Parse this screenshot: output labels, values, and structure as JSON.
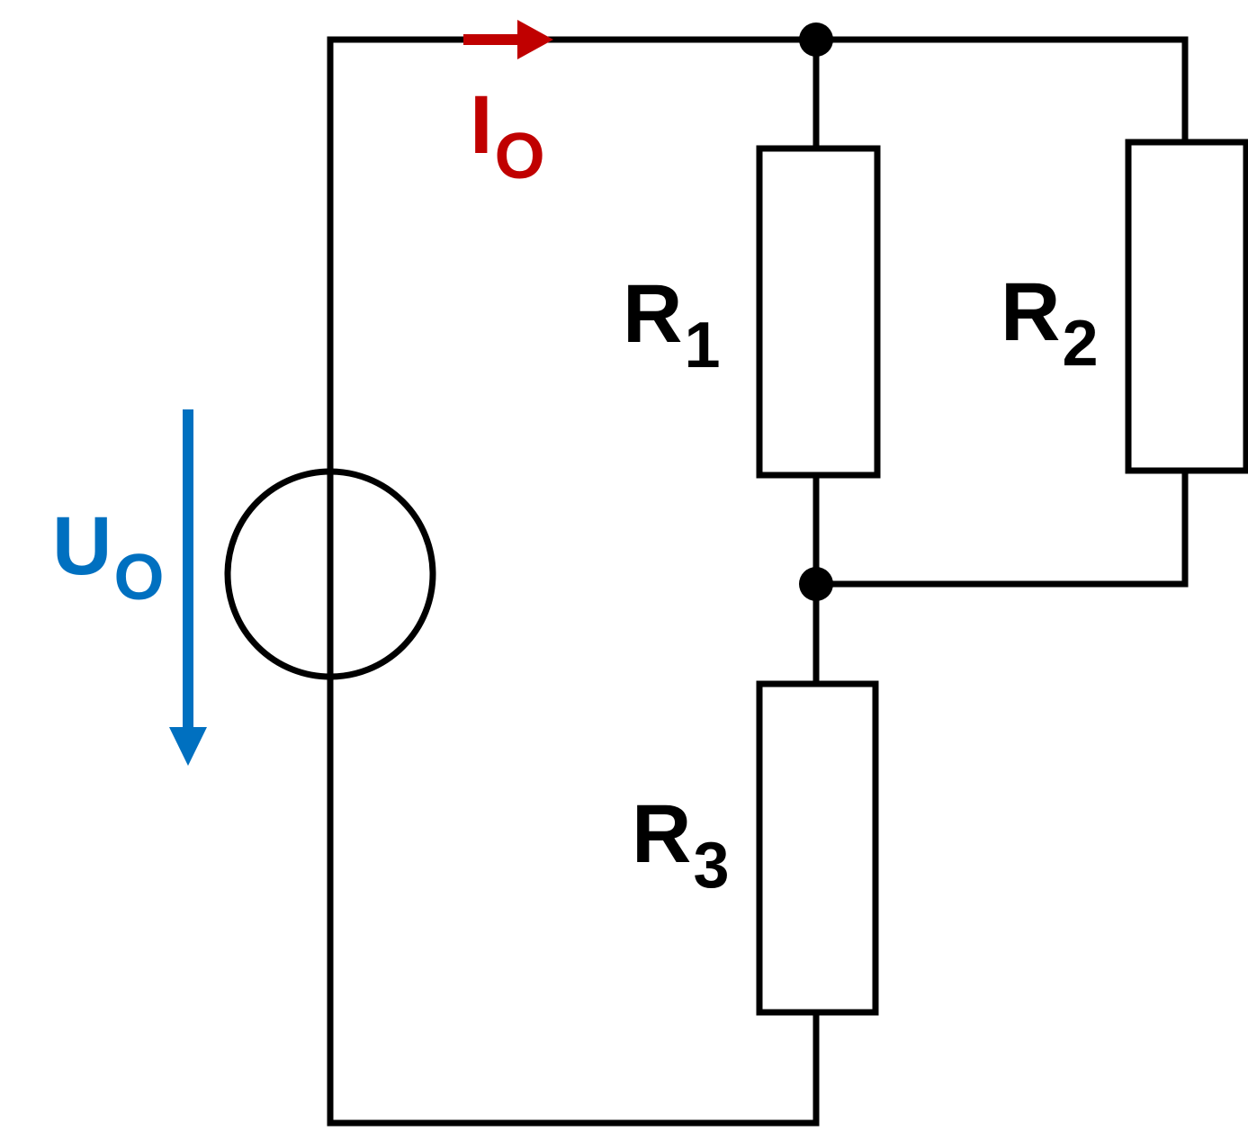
{
  "diagram": {
    "current_label": {
      "main": "I",
      "sub": "O",
      "color": "#c00000"
    },
    "voltage_label": {
      "main": "U",
      "sub": "O",
      "color": "#0070c0"
    },
    "resistors": [
      {
        "main": "R",
        "sub": "1"
      },
      {
        "main": "R",
        "sub": "2"
      },
      {
        "main": "R",
        "sub": "3"
      }
    ],
    "wire_color": "#000000"
  }
}
